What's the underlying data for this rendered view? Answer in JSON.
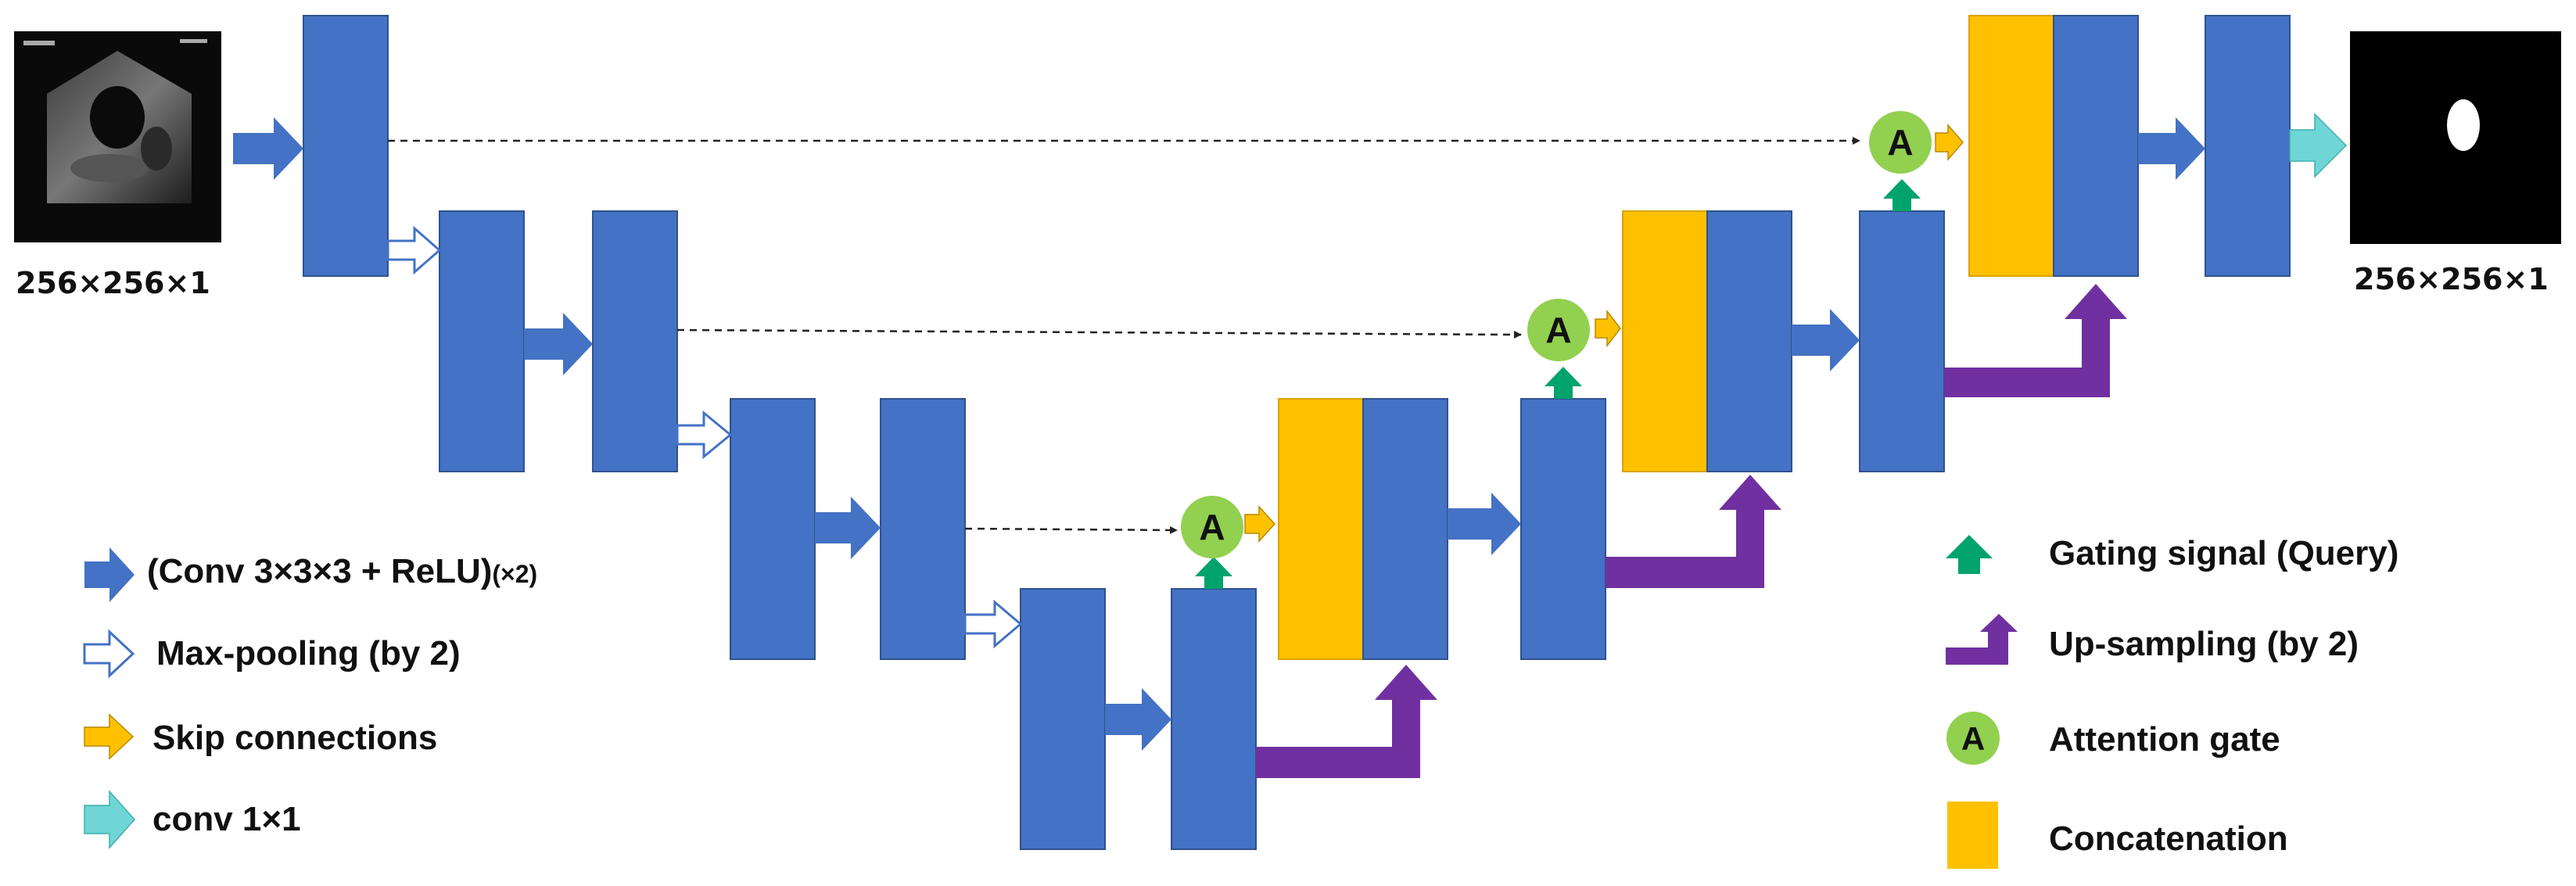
{
  "input": {
    "dims": "256×256×1"
  },
  "output": {
    "dims": "256×256×1"
  },
  "attention_gate_letter": "A",
  "legend": {
    "conv_label_main": "(Conv 3×3×3 + ReLU)",
    "conv_label_suffix": "(×2)",
    "maxpool_label": "Max-pooling (by 2)",
    "skip_label": "Skip connections",
    "conv1x1_label": "conv 1×1",
    "gating_label": "Gating signal  (Query)",
    "upsampling_label": "Up-sampling (by 2)",
    "attention_label": "Attention gate",
    "concat_label": "Concatenation"
  },
  "colors": {
    "conv_block": "#4472C4",
    "concat_block": "#FFC000",
    "upsampling": "#7030A0",
    "gating": "#00A36C",
    "attention_gate": "#92D050",
    "skip_arrow": "#FFC000",
    "conv1x1_arrow": "#6FD5D5",
    "maxpool_arrow": "#4472C4"
  },
  "icons": [
    "conv-arrow-icon",
    "maxpool-arrow-icon",
    "skip-arrow-icon",
    "conv1x1-arrow-icon",
    "gating-arrow-icon",
    "upsampling-arrow-icon",
    "attention-gate-icon",
    "concat-block-icon"
  ]
}
